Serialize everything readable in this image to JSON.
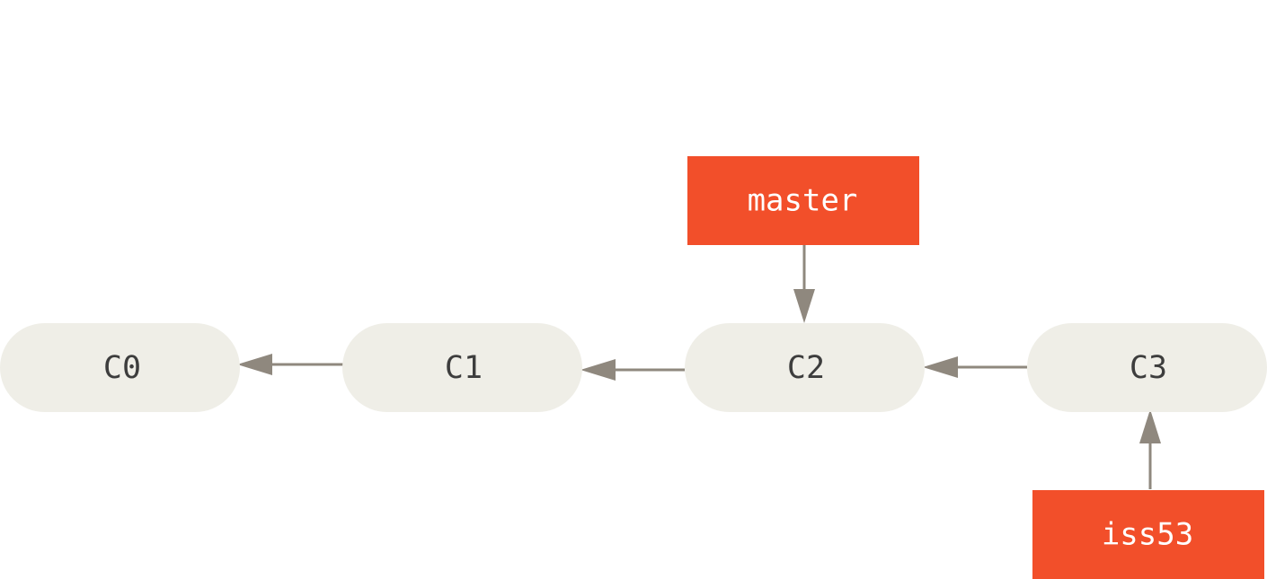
{
  "diagram": {
    "commits": [
      {
        "id": "C0",
        "label": "C0"
      },
      {
        "id": "C1",
        "label": "C1"
      },
      {
        "id": "C2",
        "label": "C2"
      },
      {
        "id": "C3",
        "label": "C3"
      }
    ],
    "branches": [
      {
        "id": "master",
        "label": "master",
        "points_to": "C2"
      },
      {
        "id": "iss53",
        "label": "iss53",
        "points_to": "C3"
      }
    ],
    "edges": [
      {
        "from": "C1",
        "to": "C0"
      },
      {
        "from": "C2",
        "to": "C1"
      },
      {
        "from": "C3",
        "to": "C2"
      }
    ],
    "colors": {
      "commit_fill": "#efeee7",
      "branch_fill": "#f24f2a",
      "arrow": "#8f887e",
      "commit_text": "#3d3d3d",
      "branch_text": "#ffffff"
    }
  }
}
